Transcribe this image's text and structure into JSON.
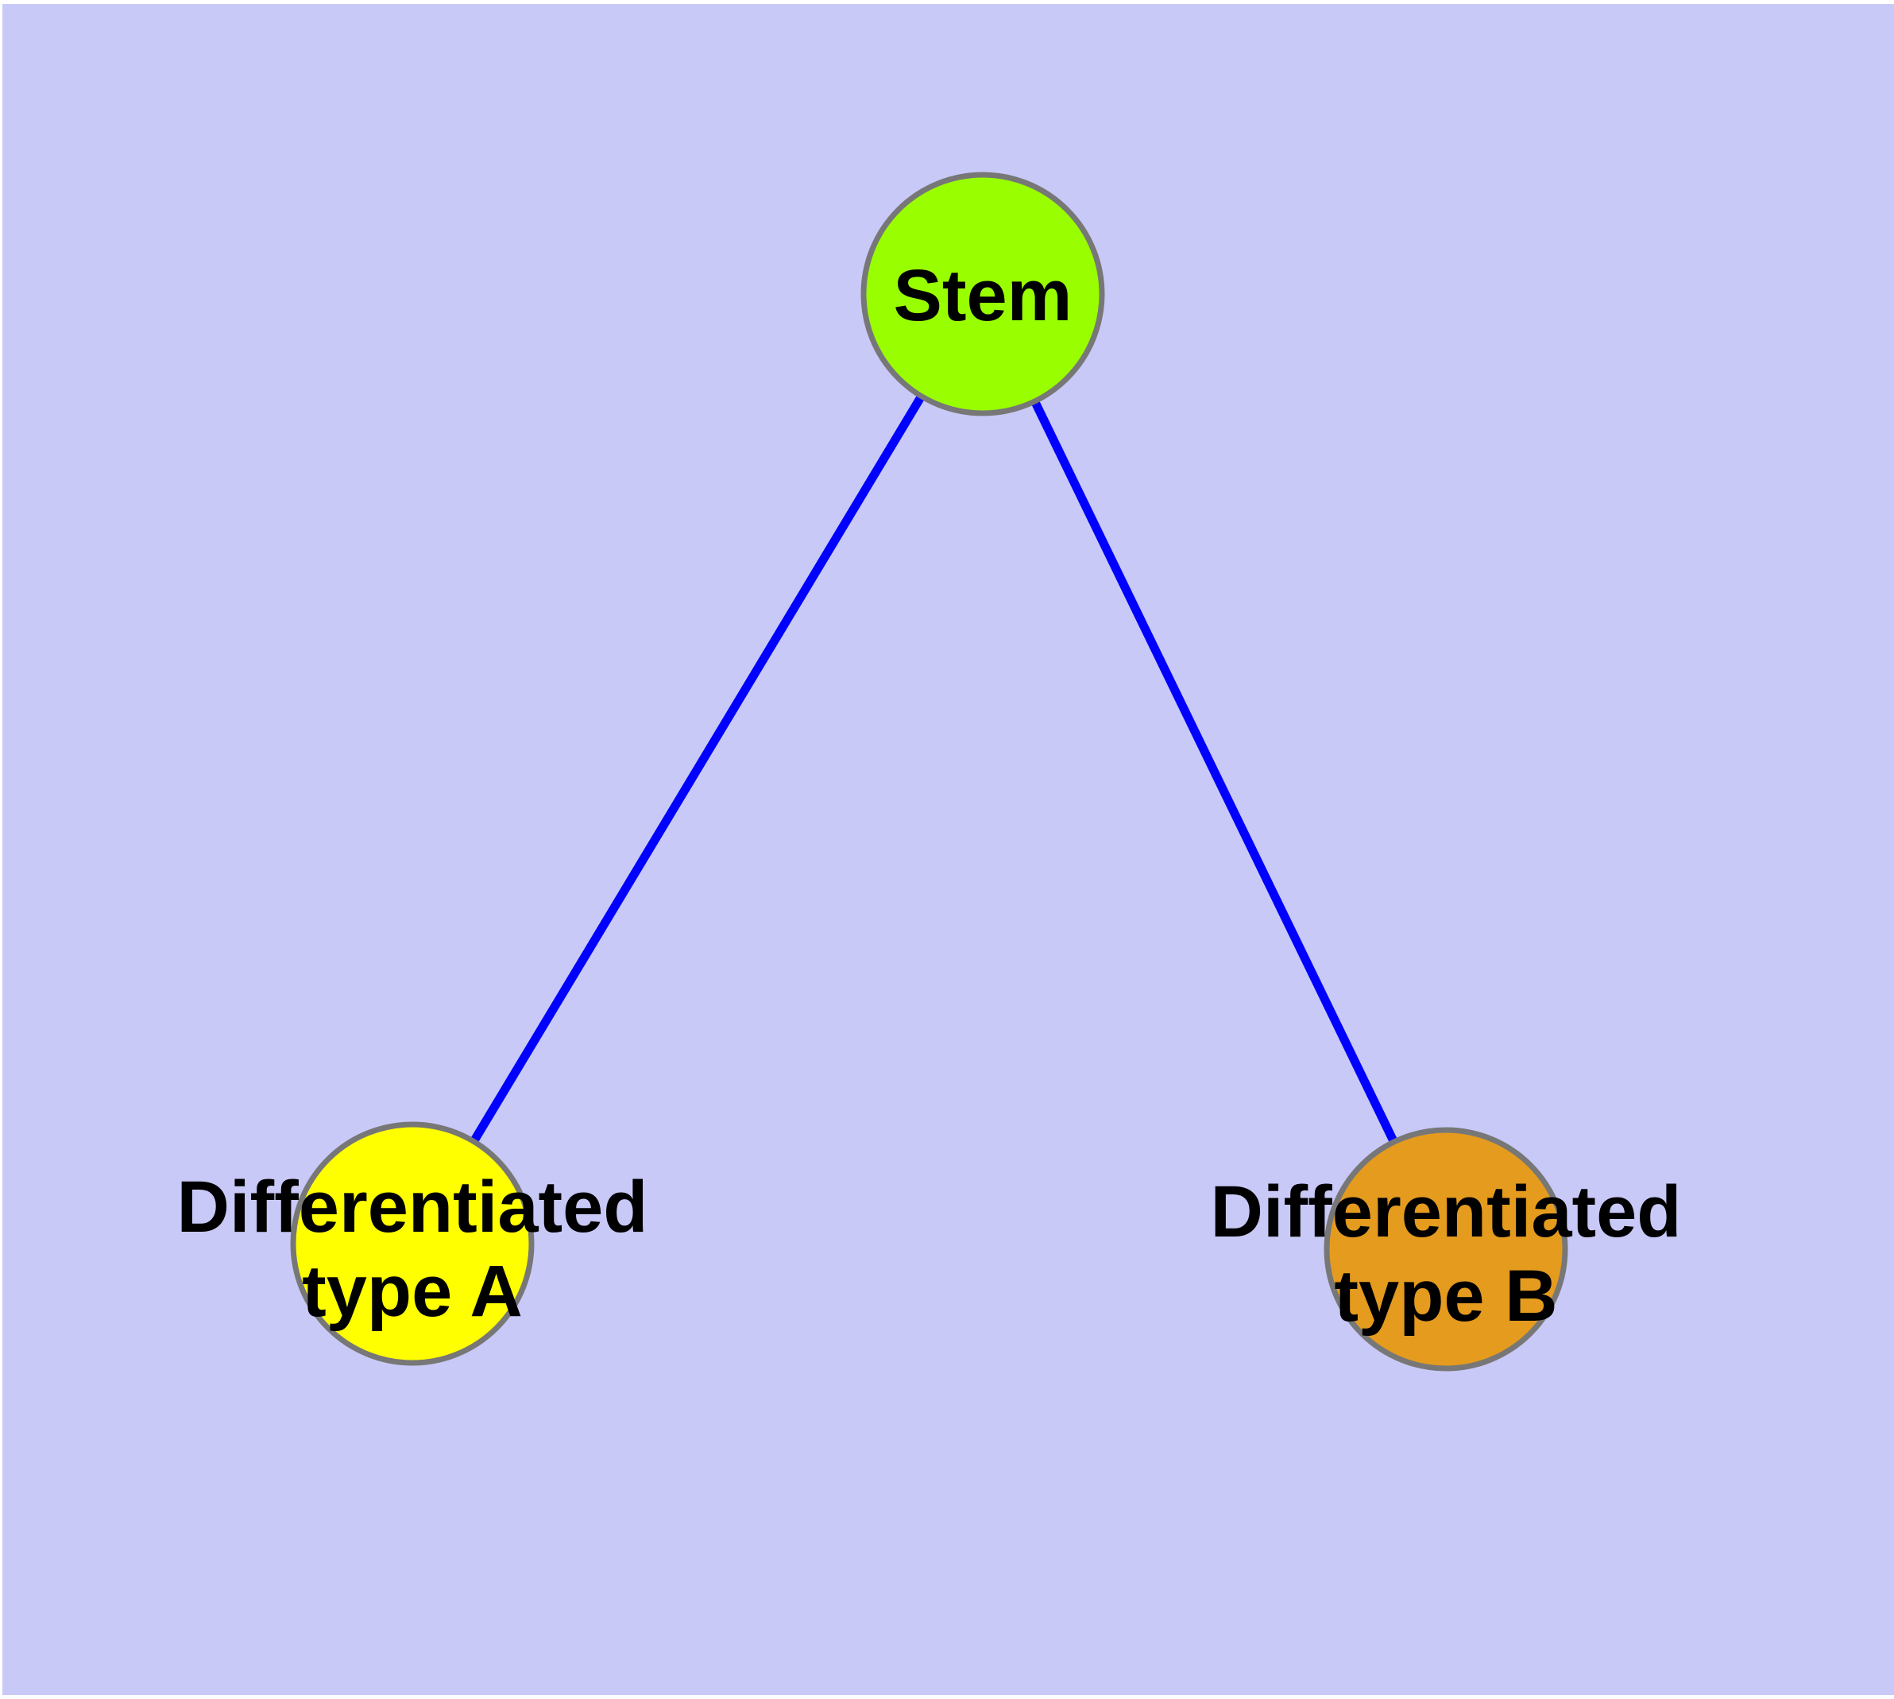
{
  "diagram": {
    "background_color": "#C9C9F8",
    "margin_color": "#FFFFFF",
    "edge_color": "#0000FF",
    "node_border_color": "#777777",
    "label_color": "#000000",
    "nodes": [
      {
        "id": "stem",
        "label": "Stem",
        "fill": "#99FF00"
      },
      {
        "id": "differentiated-type-a",
        "label_line1": "Differentiated",
        "label_line2": "type A",
        "fill": "#FFFF00"
      },
      {
        "id": "differentiated-type-b",
        "label_line1": "Differentiated",
        "label_line2": "type B",
        "fill": "#E49B1E"
      }
    ],
    "edges": [
      {
        "from": "Stem",
        "to": "Differentiated type A"
      },
      {
        "from": "Stem",
        "to": "Differentiated type B"
      }
    ]
  }
}
